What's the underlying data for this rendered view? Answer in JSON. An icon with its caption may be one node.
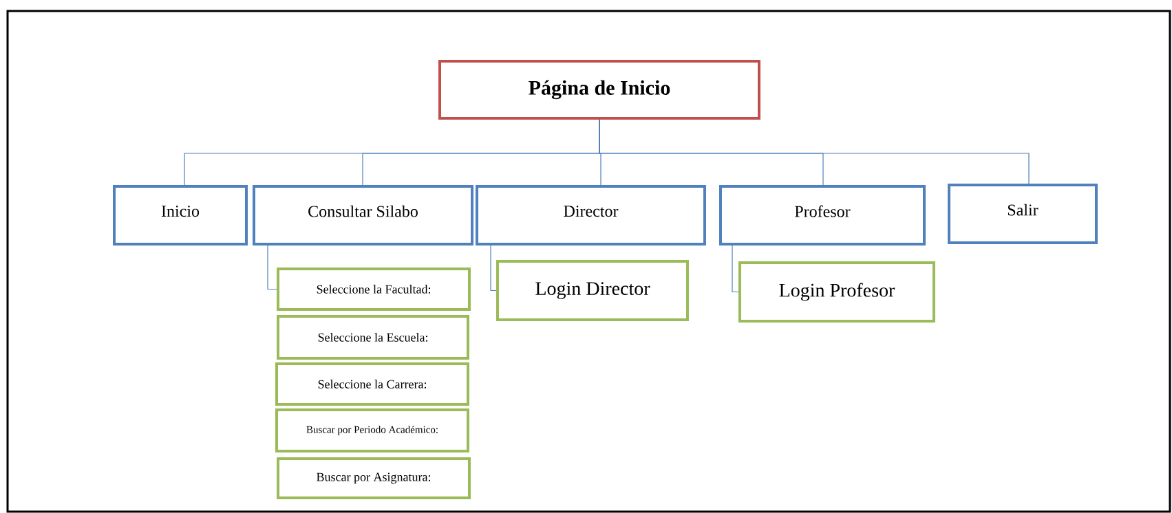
{
  "diagram": {
    "nodes": [
      {
        "text": [
          "Página de Inicio"
        ]
      },
      {
        "text": [
          "Inicio"
        ]
      },
      {
        "text": [
          "Consultar Silabo"
        ]
      },
      {
        "text": [
          "Director"
        ]
      },
      {
        "text": [
          "Profesor"
        ]
      },
      {
        "text": [
          "Salir"
        ]
      },
      {
        "text": [
          "Seleccione la Facultad:"
        ]
      },
      {
        "text": [
          "Seleccione la Escuela:"
        ]
      },
      {
        "text": [
          "Seleccione la Carrera:"
        ]
      },
      {
        "text": [
          "Buscar por Periodo Académico:"
        ]
      },
      {
        "text": [
          "Buscar por Asignatura:"
        ]
      },
      {
        "text": [
          "Login Director"
        ]
      },
      {
        "text": [
          "Login Profesor"
        ]
      }
    ],
    "edges": [
      {
        "from": 0,
        "to": 1,
        "arrow": "none"
      },
      {
        "from": 0,
        "to": 2,
        "arrow": "none"
      },
      {
        "from": 0,
        "to": 3,
        "arrow": "none"
      },
      {
        "from": 0,
        "to": 4,
        "arrow": "none"
      },
      {
        "from": 0,
        "to": 5,
        "arrow": "none"
      },
      {
        "from": 2,
        "to": 6,
        "arrow": "none"
      },
      {
        "from": 3,
        "to": 11,
        "arrow": "none"
      },
      {
        "from": 4,
        "to": 12,
        "arrow": "none"
      }
    ]
  }
}
